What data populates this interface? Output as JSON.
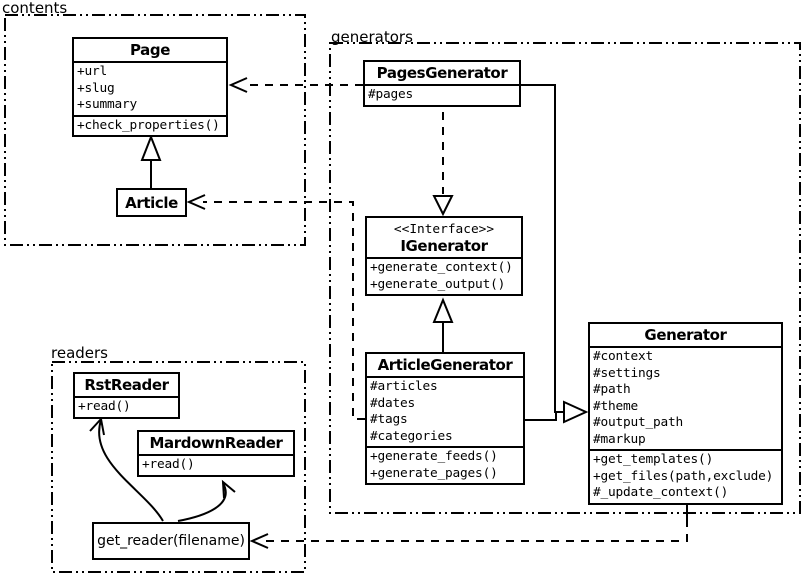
{
  "diagram_title": "Pelican static generator UML class diagram",
  "colors": {
    "ink": "#000000",
    "background": "#ffffff"
  },
  "packages": {
    "contents": {
      "label": "contents"
    },
    "generators": {
      "label": "generators"
    },
    "readers": {
      "label": "readers"
    }
  },
  "classes": {
    "page": {
      "name": "Page",
      "attributes": [
        "+url",
        "+slug",
        "+summary"
      ],
      "methods": [
        "+check_properties()"
      ]
    },
    "article": {
      "name": "Article"
    },
    "pages_generator": {
      "name": "PagesGenerator",
      "attributes": [
        "#pages"
      ]
    },
    "igenerator": {
      "stereotype": "<<Interface>>",
      "name": "IGenerator",
      "methods": [
        "+generate_context()",
        "+generate_output()"
      ]
    },
    "article_generator": {
      "name": "ArticleGenerator",
      "attributes": [
        "#articles",
        "#dates",
        "#tags",
        "#categories"
      ],
      "methods": [
        "+generate_feeds()",
        "+generate_pages()"
      ]
    },
    "generator": {
      "name": "Generator",
      "attributes": [
        "#context",
        "#settings",
        "#path",
        "#theme",
        "#output_path",
        "#markup"
      ],
      "methods": [
        "+get_templates()",
        "+get_files(path,exclude)",
        "#_update_context()"
      ]
    },
    "rst_reader": {
      "name": "RstReader",
      "methods": [
        "+read()"
      ]
    },
    "mardown_reader": {
      "name": "MardownReader",
      "methods": [
        "+read()"
      ]
    },
    "get_reader": {
      "name": "get_reader(filename)"
    }
  },
  "relationships": [
    {
      "from": "Article",
      "to": "Page",
      "type": "inheritance",
      "line": "solid"
    },
    {
      "from": "PagesGenerator",
      "to": "Page",
      "type": "dependency",
      "line": "dashed"
    },
    {
      "from": "ArticleGenerator",
      "to": "Article",
      "type": "dependency",
      "line": "dashed"
    },
    {
      "from": "PagesGenerator",
      "to": "IGenerator",
      "type": "realization",
      "line": "dashed"
    },
    {
      "from": "ArticleGenerator",
      "to": "IGenerator",
      "type": "inheritance",
      "line": "solid"
    },
    {
      "from": "PagesGenerator",
      "to": "Generator",
      "type": "inheritance",
      "line": "solid"
    },
    {
      "from": "ArticleGenerator",
      "to": "Generator",
      "type": "inheritance",
      "line": "solid"
    },
    {
      "from": "Generator",
      "to": "get_reader(filename)",
      "type": "dependency",
      "line": "dashed"
    },
    {
      "from": "get_reader(filename)",
      "to": "RstReader",
      "type": "dependency",
      "line": "curved"
    },
    {
      "from": "get_reader(filename)",
      "to": "MardownReader",
      "type": "dependency",
      "line": "curved"
    }
  ]
}
